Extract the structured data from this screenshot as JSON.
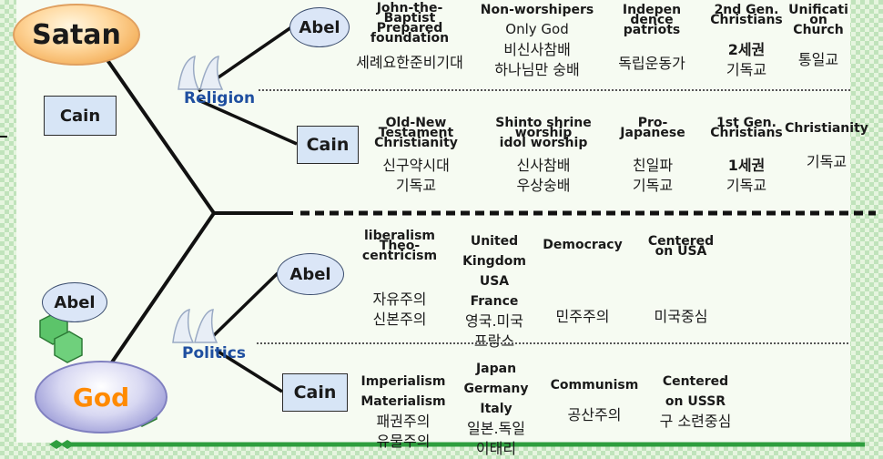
{
  "nodes": {
    "satan": "Satan",
    "god": "God",
    "cain_left": "Cain",
    "abel_left": "Abel",
    "religion_abel": "Abel",
    "religion_cain": "Cain",
    "politics_abel": "Abel",
    "politics_cain": "Cain",
    "religion": "Religion",
    "politics": "Politics"
  },
  "religion_abel_row": [
    {
      "en": [
        "John-the-",
        "Baptist",
        "Prepared",
        "foundation"
      ],
      "ko": [
        "세례요한준비기대"
      ]
    },
    {
      "en": [
        "Non-worshipers"
      ],
      "ko": [
        "Only God",
        "비신사참배",
        "하나님만 숭배"
      ]
    },
    {
      "en": [
        "Indepen",
        "dence",
        "patriots"
      ],
      "ko": [
        "독립운동가"
      ]
    },
    {
      "en": [
        "2nd Gen.",
        "Christians"
      ],
      "ko": [
        "2세권",
        "기독교"
      ]
    },
    {
      "en": [
        "Unificati",
        "on",
        "Church"
      ],
      "ko": [
        "통일교"
      ]
    }
  ],
  "religion_cain_row": [
    {
      "en": [
        "Old-New",
        "Testament",
        "Christianity"
      ],
      "ko": [
        "신구약시대",
        "기독교"
      ]
    },
    {
      "en": [
        "Shinto shrine",
        "worship",
        "idol worship"
      ],
      "ko": [
        "신사참배",
        "우상숭배"
      ]
    },
    {
      "en": [
        "Pro-",
        "Japanese"
      ],
      "ko": [
        "친일파",
        "기독교"
      ]
    },
    {
      "en": [
        "1st Gen.",
        "Christians"
      ],
      "ko": [
        "1세권",
        "기독교"
      ]
    },
    {
      "en": [
        "Christianity"
      ],
      "ko": [
        "기독교"
      ]
    }
  ],
  "politics_abel_row": [
    {
      "en": [
        "liberalism",
        "Theo-",
        "centricism"
      ],
      "ko": [
        "자유주의",
        "신본주의"
      ]
    },
    {
      "en": [
        "United",
        "Kingdom",
        "USA",
        "France"
      ],
      "ko": [
        "영국.미국",
        "프랑스"
      ]
    },
    {
      "en": [
        "Democracy"
      ],
      "ko": [
        "민주주의"
      ]
    },
    {
      "en": [
        "Centered",
        "on USA"
      ],
      "ko": [
        "미국중심"
      ]
    }
  ],
  "politics_cain_row": [
    {
      "en": [
        "Imperialism",
        "Materialism"
      ],
      "ko": [
        "패권주의",
        "유물주의"
      ]
    },
    {
      "en": [
        "Japan",
        "Germany",
        "Italy"
      ],
      "ko": [
        "일본.독일",
        "이태리"
      ]
    },
    {
      "en": [
        "Communism"
      ],
      "ko": [
        "공산주의"
      ]
    },
    {
      "en": [
        "Centered",
        "on USSR"
      ],
      "ko": [
        "구 소련중심"
      ]
    }
  ]
}
